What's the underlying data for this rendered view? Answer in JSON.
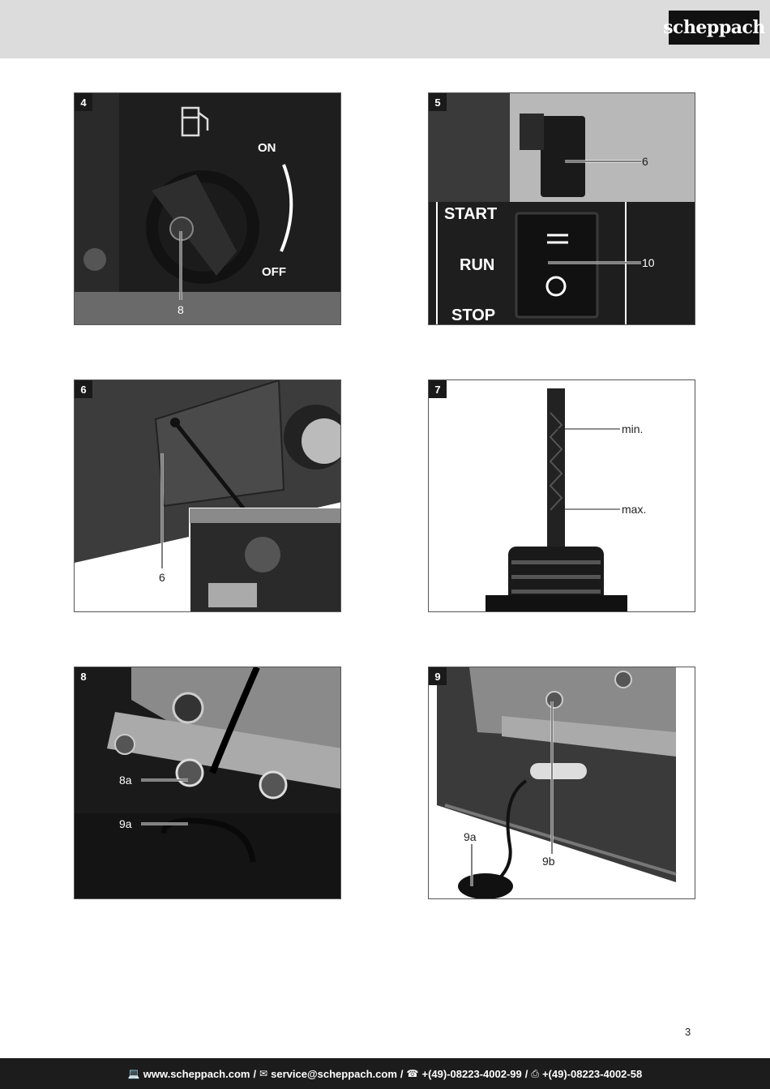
{
  "brand": {
    "logo_text": "scheppach"
  },
  "figures": [
    {
      "number": "4",
      "labels": {
        "on": "ON",
        "off": "OFF",
        "callout": "8"
      }
    },
    {
      "number": "5",
      "labels": {
        "callout_top": "6",
        "start": "START",
        "run": "RUN",
        "stop": "STOP",
        "callout_switch": "10"
      }
    },
    {
      "number": "6",
      "labels": {
        "callout": "6"
      }
    },
    {
      "number": "7",
      "labels": {
        "min": "min.",
        "max": "max."
      }
    },
    {
      "number": "8",
      "labels": {
        "a": "8a",
        "b": "9a"
      }
    },
    {
      "number": "9",
      "labels": {
        "a": "9a",
        "b": "9b"
      }
    }
  ],
  "page_number": "3",
  "footer": {
    "web_icon": "laptop-icon",
    "web": "www.scheppach.com",
    "mail_icon": "envelope-icon",
    "mail": "service@scheppach.com",
    "phone_icon": "phone-icon",
    "phone": "+(49)-08223-4002-99",
    "fax_icon": "fax-icon",
    "fax": "+(49)-08223-4002-58",
    "sep": "/"
  }
}
